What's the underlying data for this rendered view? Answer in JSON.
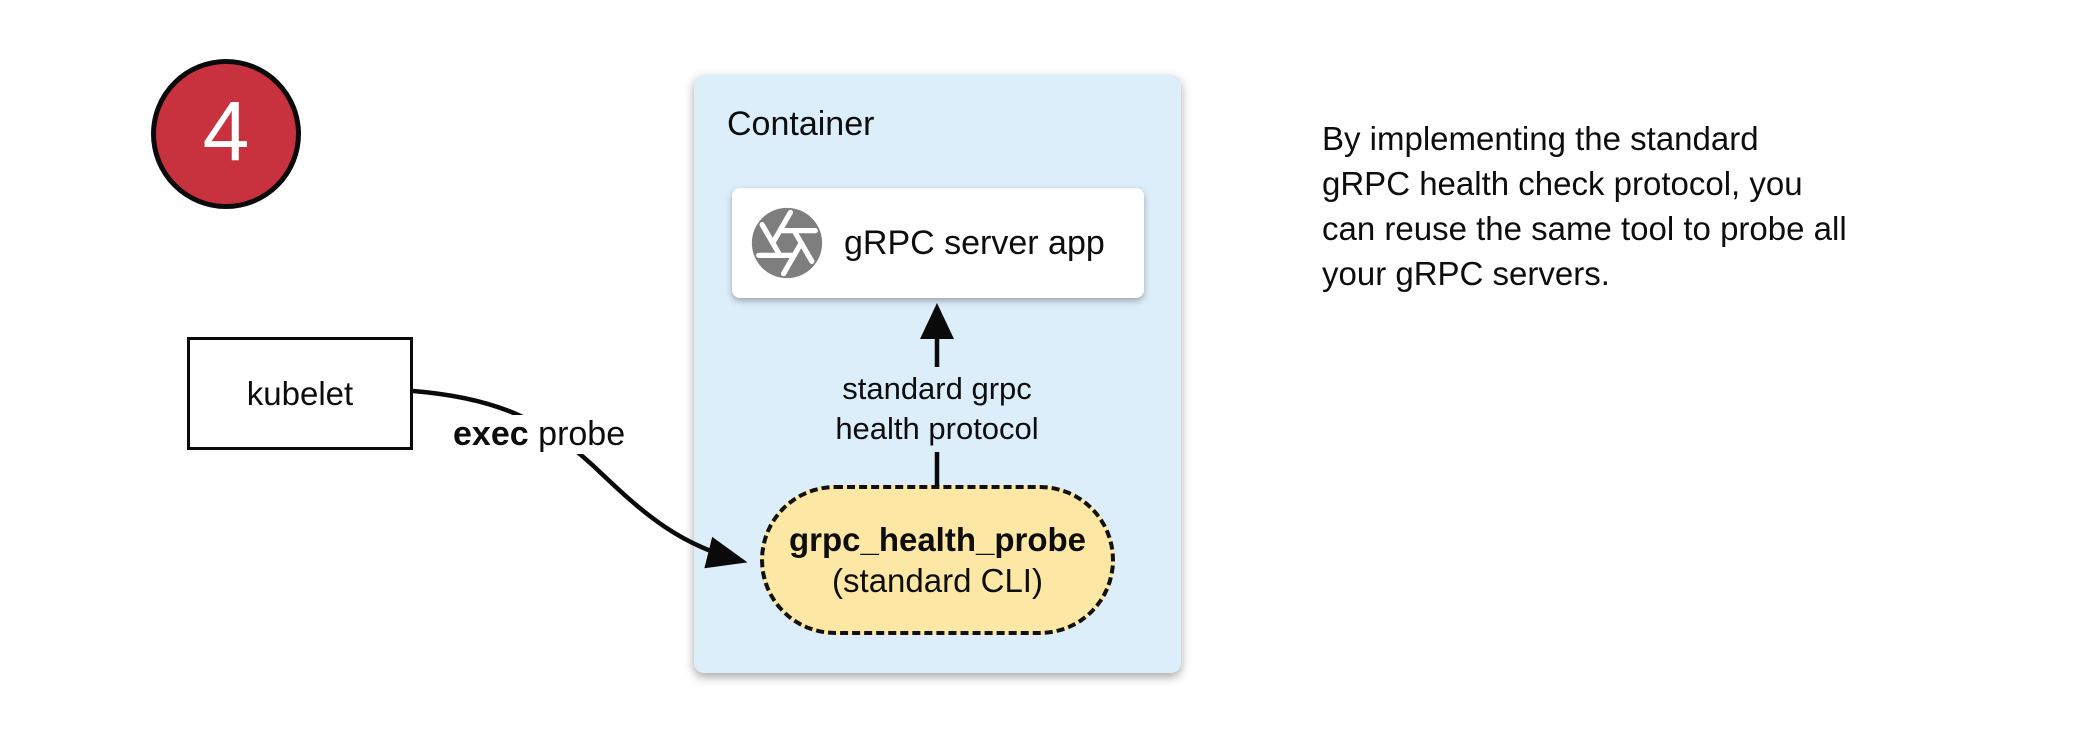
{
  "badge": {
    "number": "4",
    "color": "#c8323e"
  },
  "kubelet": {
    "label": "kubelet"
  },
  "exec_probe": {
    "bold": "exec",
    "rest": "probe"
  },
  "container": {
    "title": "Container",
    "fill": "#ddeefb",
    "server_app": {
      "label": "gRPC server app",
      "icon": "aperture-icon",
      "icon_color": "#7e7e7e"
    },
    "health_probe": {
      "title": "grpc_health_probe",
      "subtitle": "(standard CLI)",
      "fill": "#fce8a4"
    },
    "protocol_arrow": {
      "line1": "standard grpc",
      "line2": "health protocol"
    }
  },
  "note": {
    "lines": [
      "By implementing the standard",
      "gRPC health check protocol, you",
      "can reuse the same tool to probe all",
      "your gRPC servers."
    ]
  }
}
